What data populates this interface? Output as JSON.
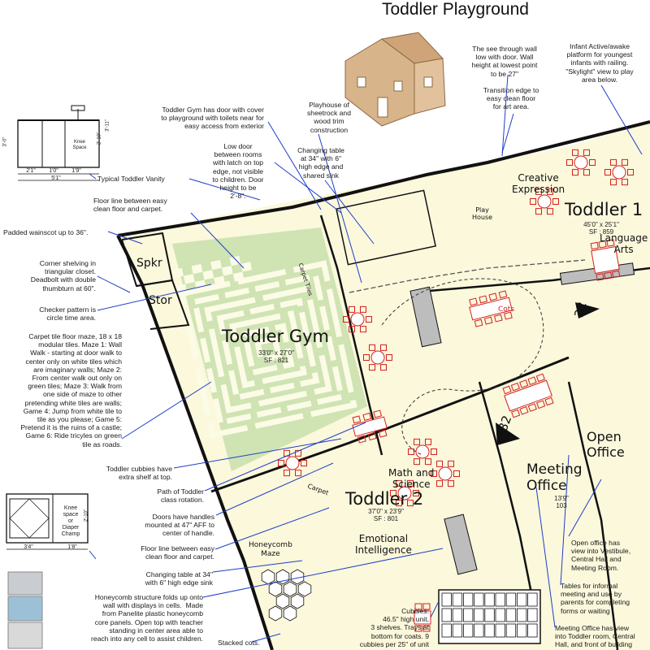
{
  "title": "Toddler Playground",
  "rooms": {
    "gym": {
      "name": "Toddler Gym",
      "dims": "33'0\" x 27'0\"",
      "sf": "SF : 821"
    },
    "t1": {
      "name": "Toddler 1",
      "dims": "45'0\" x 25'1\"",
      "sf": "SF : 859"
    },
    "t2": {
      "name": "Toddler 2",
      "dims": "37'0\" x 23'9\"",
      "sf": "SF : 801"
    },
    "creative": "Creative\nExpression",
    "language": "Language\nArts",
    "math": "Math and\nScience",
    "emotional": "Emotional\nIntelligence",
    "honeycomb": "Honeycomb\nMaze",
    "meeting": "Meeting\nOffice",
    "meeting_dims": "13'9\"",
    "meeting_sf": "103",
    "open_office": "Open\nOffice",
    "spkr": "Spkr",
    "stor": "Stor",
    "play_house": "Play\nHouse",
    "cots": "Cots",
    "carpet": "Carpet",
    "carpet_tiles": "Carpet Tiles",
    "num22": "22",
    "num32": "32"
  },
  "vanity": {
    "dims_bottom": [
      "2'1\"",
      "1'0\"",
      "1'9\""
    ],
    "total": "5'1\"",
    "heights": [
      "3'-0\"",
      "2'-10\"",
      "3'-11\""
    ],
    "knee": "Knee\nSpace"
  },
  "changing": {
    "knee": "Knee\nspace\nor\nDiaper\nChamp",
    "side": "2'-10\"",
    "dims_bottom": [
      "3'4\"",
      "1'8\""
    ]
  },
  "notes": {
    "n_playhouse": "Playhouse of\nsheetrock and\nwood trim\nconstruction",
    "n_seethrough": "The see through wall\nlow with door. Wall\nheight at lowest point\nto be 27\"",
    "n_infant": "Infant Active/awake\nplatform for youngest\ninfants with railing.\n\"Skylight\" view to play\narea below.",
    "n_transition": "Transition edge to\neasy clean floor\nfor art area.",
    "n_gymdoor": "Toddler Gym has door with cover\nto playground with toilets near for\neasy access from exterior",
    "n_lowdoor": "Low door\nbetween rooms\nwith latch on top\nedge, not visible\nto children. Door\nheight to be\n2'-8\".",
    "n_changing34": "Changing table\nat 34\" with 6\"\nhigh edge and\nshared sink",
    "n_vanity": "Typical Toddler Vanity",
    "n_floorline1": "Floor line between easy\nclean floor and carpet.",
    "n_padded": "Padded wainscot up to 36\".",
    "n_corner": "Corner shelving in\ntriangular closet.\nDeadbolt with double\nthumbturn at 60\".",
    "n_checker": "Checker pattern is\ncircle time area.",
    "n_maze": "Carpet tile floor maze, 18 x 18\nmodular tiles. Maze 1: Wall\nWalk - starting at door walk to\ncenter only on white tiles which\nare imaginary walls; Maze 2:\nFrom center walk out only on\ngreen tiles; Maze 3: Walk from\none side of maze to other\npretending white tiles are walls;\nGame 4: Jump from white tile to\ntile as you please; Game 5:\nPretend it is the ruins of a castle;\nGame 6: Ride tricyles on green\ntile as roads.",
    "n_cubbies_shelf": "Toddler cubbies have\nextra shelf at top.",
    "n_path": "Path of Toddler\nclass rotation.",
    "n_handles": "Doors have handles\nmounted at 47\" AFF to\ncenter of handle.",
    "n_floorline2": "Floor line between easy\nclean floor and carpet.",
    "n_changing2": "Changing table at 34\"\nwith 6\" high edge sink",
    "n_honeycomb": "Honeycomb structure folds up onto\nwall with displays in cells.  Made\nfrom Panelite plastic honeycomb\ncore panels. Open top with teacher\nstanding in center area able to\nreach into any cell to assist children.",
    "n_stacked": "Stacked cots.",
    "n_cubbies": "Cubbies:\n46.5\" high unit,\n3 shelves. Trays at\nbottom for coats. 9\ncubbies per 25\" of unit",
    "n_openoffice": "Open office has\nview into Vestibule,\nCentral Hall and\nMeeting Room.",
    "n_tables": "Tables for informal\nmeeting and use by\nparents for completing\nforms or waiting",
    "n_meetingview": "Meeting Office has view\ninto Toddler room, Central\nHall, and front of building"
  },
  "colors": {
    "wall": "#111111",
    "floor": "#fbf8dc",
    "maze_green": "#cfe3b3",
    "maze_white": "#fbfbe6",
    "furniture": "#d32020",
    "leader": "#1f3ec9",
    "counter": "#bdbdbd"
  }
}
